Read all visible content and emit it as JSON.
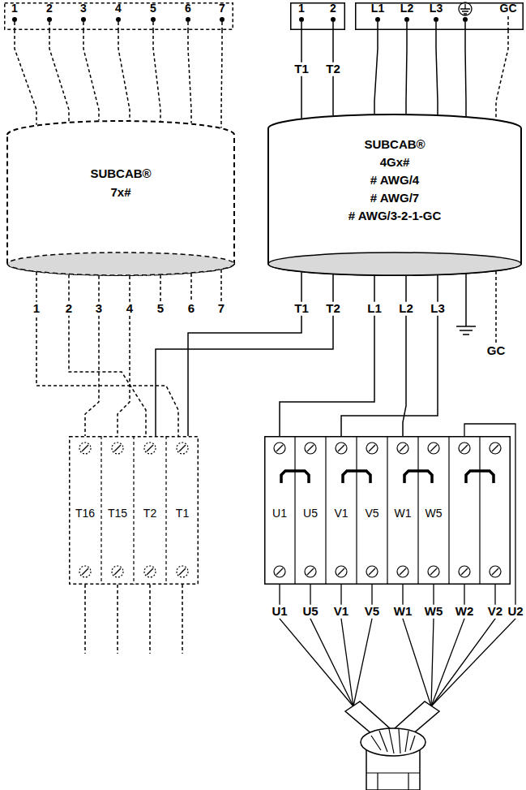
{
  "diagram": {
    "nodes": [
      {
        "text": [
          "1",
          "2",
          "3",
          "4",
          "5",
          "6",
          "7"
        ]
      },
      {
        "text": [
          "1",
          "2"
        ]
      },
      {
        "text": [
          "L1",
          "L2",
          "L3",
          "GC"
        ]
      },
      {
        "text": [
          "SUBCAB®",
          "7x#"
        ]
      },
      {
        "text": [
          "SUBCAB®",
          "4Gx#",
          "# AWG/4",
          "# AWG/7",
          "# AWG/3-2-1-GC"
        ]
      },
      {
        "text": [
          "T16",
          "T15",
          "T2",
          "T1"
        ]
      },
      {
        "text": [
          "U1",
          "U5",
          "V1",
          "V5",
          "W1",
          "W5"
        ]
      }
    ],
    "edges": [
      {
        "from": 0,
        "to": 3,
        "arrow": "none"
      },
      {
        "from": 1,
        "to": 4,
        "arrow": "none"
      },
      {
        "from": 2,
        "to": 4,
        "arrow": "none"
      },
      {
        "from": 3,
        "to": 5,
        "arrow": "none"
      },
      {
        "from": 4,
        "to": 5,
        "arrow": "none"
      },
      {
        "from": 4,
        "to": 6,
        "arrow": "none"
      }
    ],
    "labels": [
      "T1",
      "T2",
      "1",
      "2",
      "3",
      "4",
      "5",
      "6",
      "7",
      "T1",
      "T2",
      "L1",
      "L2",
      "L3",
      "GC",
      "U1",
      "U5",
      "V1",
      "V5",
      "W1",
      "W5",
      "W2",
      "V2",
      "U2"
    ]
  }
}
